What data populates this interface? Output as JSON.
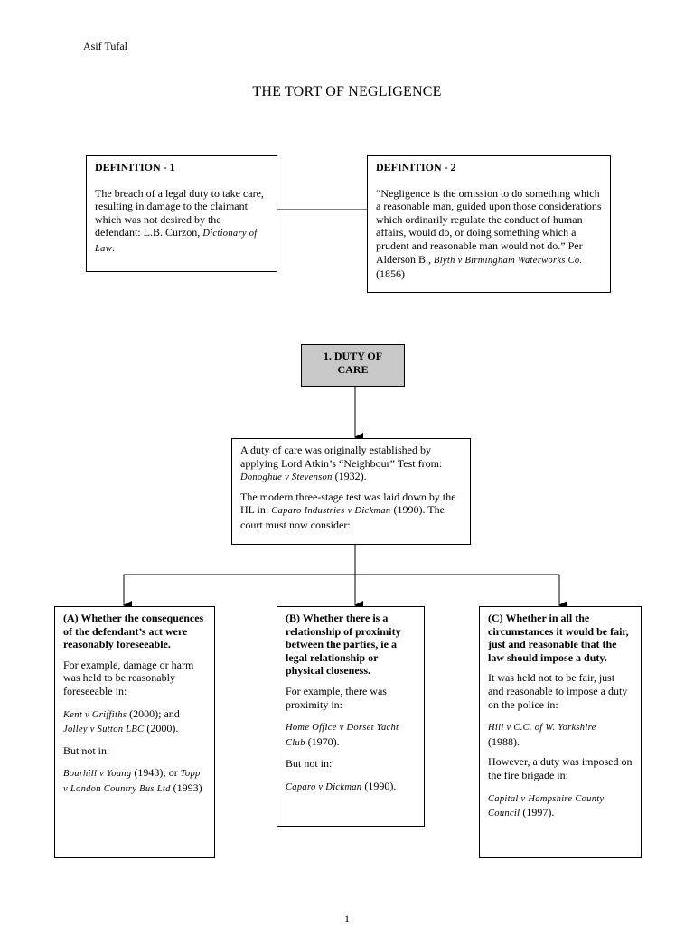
{
  "header": {
    "author": "Asif Tufal",
    "title": "THE TORT OF NEGLIGENCE"
  },
  "definitions": [
    {
      "heading": "DEFINITION - 1",
      "text": "The breach of a legal duty to take care, resulting in damage to the claimant which was not desired by the defendant: L.B. Curzon,",
      "source": "Dictionary of Law",
      "after": "."
    },
    {
      "heading": "DEFINITION - 2",
      "text": "“Negligence is the omission to do something which a reasonable man, guided upon those considerations which ordinarily regulate the conduct of human affairs, would do, or doing something which a prudent and reasonable man would not do.” Per Alderson B.,",
      "source": "Blyth v Birmingham Waterworks Co.",
      "after": "(1856)"
    }
  ],
  "duty_box": {
    "line1": "1. DUTY OF",
    "line2": "CARE"
  },
  "center_box": {
    "p1_text": "A duty of care was originally established by applying Lord Atkin’s “Neighbour” Test from:",
    "p1_case": "Donoghue v Stevenson",
    "p1_after": "(1932).",
    "p2_text": "The modern three-stage test was laid down by the HL in:",
    "p2_case": "Caparo Industries v Dickman",
    "p2_after": "(1990).  The court must now consider:"
  },
  "tests": [
    {
      "heading": "(A) Whether the consequences of the defendant’s act were reasonably foreseeable.",
      "example": "For example, damage or harm was held to be reasonably foreseeable in:",
      "case1": "Kent v Griffiths",
      "case1_after": "(2000); and",
      "case2": "Jolley v Sutton LBC",
      "case2_after": "(2000).",
      "but": "But not in:",
      "case3": "Bourhill v Young",
      "case3_after": "(1943); or",
      "case4": "Topp v London Country Bus Ltd",
      "case4_after": "(1993)"
    },
    {
      "heading": "(B) Whether there is a relationship of proximity between the parties, ie a legal relationship or physical closeness.",
      "example": "For example, there was proximity in:",
      "case1": "Home Office v Dorset Yacht Club",
      "case1_after": "(1970).",
      "but": "But not in:",
      "case2": "Caparo v Dickman",
      "case2_after": "(1990)."
    },
    {
      "heading": "(C) Whether in all the circumstances it would be fair, just and reasonable that the law should impose a duty.",
      "example": "It was held not to be fair, just and reasonable to impose a duty on the police in:",
      "case1": "Hill v C.C. of W. Yorkshire",
      "case1_after": "(1988).",
      "however": "However, a duty was imposed on the fire brigade in:",
      "case2": "Capital v Hampshire County Council",
      "case2_after": "(1997)."
    }
  ],
  "footer": {
    "page_number": "1"
  }
}
